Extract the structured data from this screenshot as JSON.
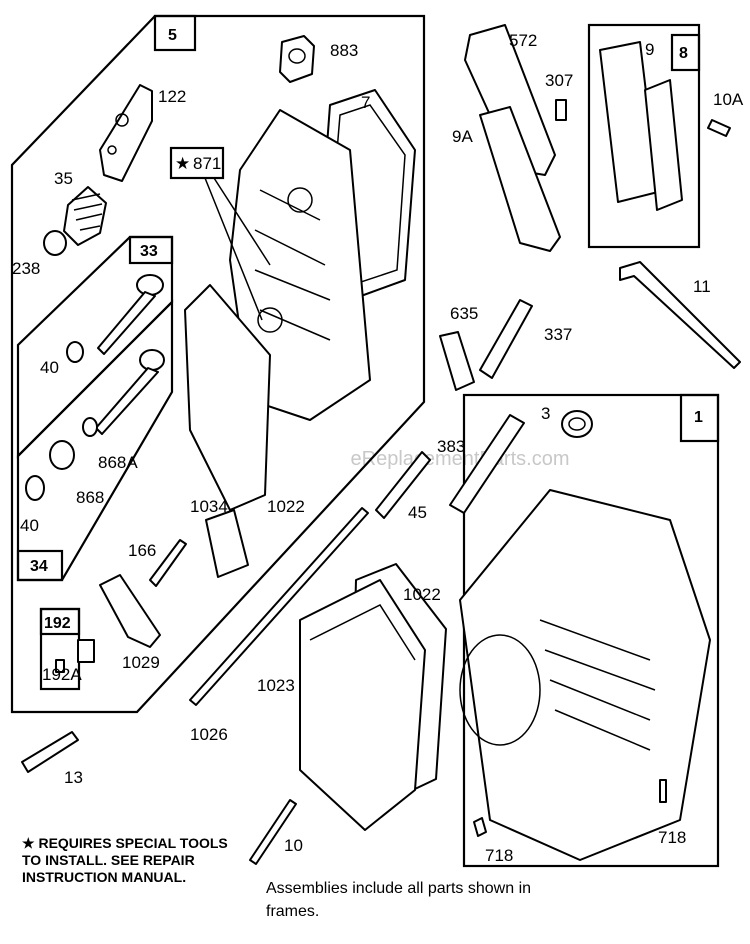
{
  "watermark": "eReplacementParts.com",
  "frames": {
    "head_assembly": "5",
    "valve_intake": "33",
    "valve_exhaust": "34",
    "breather": "8",
    "breather_inner": "9",
    "block": "1",
    "fitting": "192"
  },
  "special_tool_label": "871",
  "labels": {
    "p883": "883",
    "p7": "7",
    "p122": "122",
    "p35": "35",
    "p238": "238",
    "p40a": "40",
    "p40b": "40",
    "p868a": "868A",
    "p868": "868",
    "p1034": "1034",
    "p1022a": "1022",
    "p1022b": "1022",
    "p166": "166",
    "p1029": "1029",
    "p192a": "192A",
    "p1023": "1023",
    "p1026": "1026",
    "p13": "13",
    "p10": "10",
    "p572": "572",
    "p307": "307",
    "p9a": "9A",
    "p10a": "10A",
    "p11": "11",
    "p635": "635",
    "p337": "337",
    "p383": "383",
    "p45": "45",
    "p3": "3",
    "p718a": "718",
    "p718b": "718"
  },
  "notes": {
    "star": "★",
    "special_line1": "REQUIRES SPECIAL TOOLS",
    "special_line2": "TO INSTALL.  SEE REPAIR",
    "special_line3": "INSTRUCTION MANUAL.",
    "assemblies_line1": "Assemblies include all parts shown in",
    "assemblies_line2": "frames."
  },
  "icons": {
    "star": "star-icon"
  }
}
